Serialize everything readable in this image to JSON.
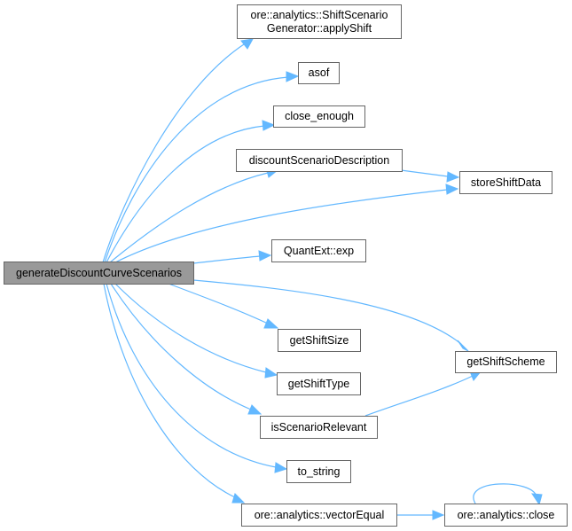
{
  "graph": {
    "edge_color": "#63b8ff",
    "root_fill": "#999999",
    "nodes": [
      {
        "id": "root",
        "label": "generateDiscountCurveScenarios",
        "root": true
      },
      {
        "id": "applyShift",
        "label": "ore::analytics::ShiftScenario\nGenerator::applyShift"
      },
      {
        "id": "asof",
        "label": "asof"
      },
      {
        "id": "close_enough",
        "label": "close_enough"
      },
      {
        "id": "discountScenarioDescription",
        "label": "discountScenarioDescription"
      },
      {
        "id": "storeShiftData",
        "label": "storeShiftData"
      },
      {
        "id": "exp",
        "label": "QuantExt::exp"
      },
      {
        "id": "getShiftSize",
        "label": "getShiftSize"
      },
      {
        "id": "getShiftScheme",
        "label": "getShiftScheme"
      },
      {
        "id": "getShiftType",
        "label": "getShiftType"
      },
      {
        "id": "isScenarioRelevant",
        "label": "isScenarioRelevant"
      },
      {
        "id": "to_string",
        "label": "to_string"
      },
      {
        "id": "vectorEqual",
        "label": "ore::analytics::vectorEqual"
      },
      {
        "id": "close",
        "label": "ore::analytics::close"
      }
    ],
    "edges": [
      {
        "from": "root",
        "to": "applyShift"
      },
      {
        "from": "root",
        "to": "asof"
      },
      {
        "from": "root",
        "to": "close_enough"
      },
      {
        "from": "root",
        "to": "discountScenarioDescription"
      },
      {
        "from": "root",
        "to": "storeShiftData"
      },
      {
        "from": "root",
        "to": "exp"
      },
      {
        "from": "root",
        "to": "getShiftScheme"
      },
      {
        "from": "root",
        "to": "getShiftSize"
      },
      {
        "from": "root",
        "to": "getShiftType"
      },
      {
        "from": "root",
        "to": "isScenarioRelevant"
      },
      {
        "from": "root",
        "to": "to_string"
      },
      {
        "from": "root",
        "to": "vectorEqual"
      },
      {
        "from": "discountScenarioDescription",
        "to": "storeShiftData"
      },
      {
        "from": "isScenarioRelevant",
        "to": "getShiftScheme"
      },
      {
        "from": "vectorEqual",
        "to": "close"
      },
      {
        "from": "close",
        "to": "close"
      }
    ]
  }
}
